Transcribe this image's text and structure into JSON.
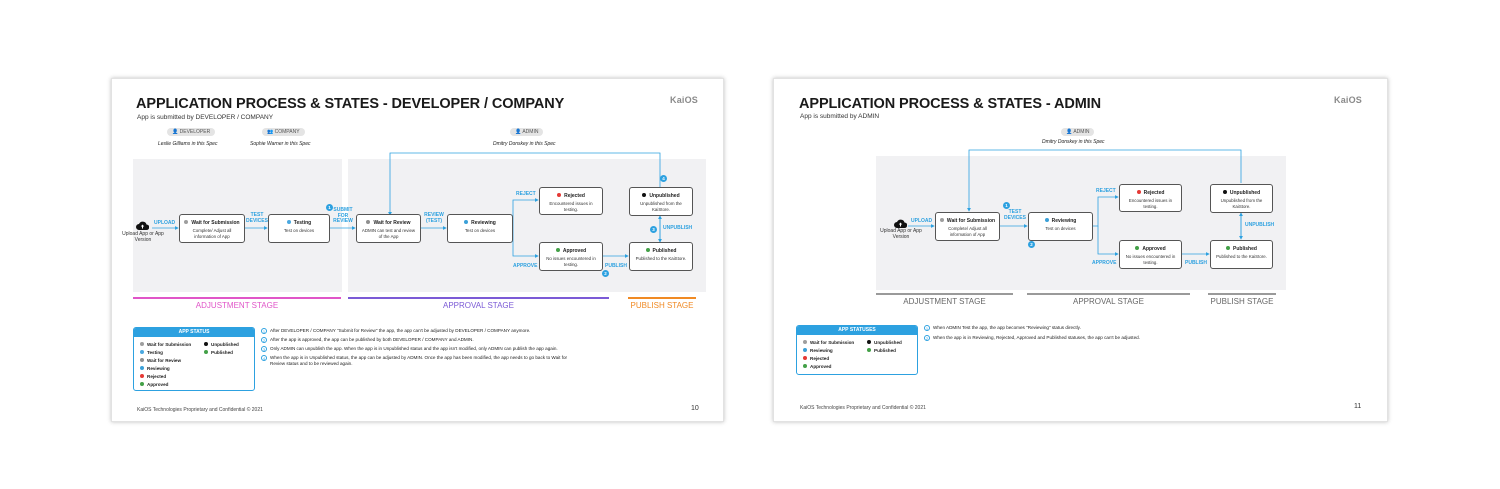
{
  "colors": {
    "accent": "#2da1e0",
    "wait": "#9e9e9e",
    "testing": "#4aa8e0",
    "reviewing": "#3aa0d8",
    "rejected": "#e53935",
    "approved": "#43a047",
    "unpublished": "#111111",
    "published": "#43a047",
    "adjustment": "#e055c8",
    "approval": "#7b5ad6",
    "publish": "#f08a24"
  },
  "slide1": {
    "title": "APPLICATION PROCESS & STATES - DEVELOPER / COMPANY",
    "subtitle": "App is submitted by DEVELOPER / COMPANY",
    "logo": "KaiOS",
    "personas": [
      {
        "role": "DEVELOPER",
        "name": "Leslie Gilliams in this Spec"
      },
      {
        "role": "COMPANY",
        "name": "Sophie Warner in this Spec"
      },
      {
        "role": "ADMIN",
        "name": "Dmitry Donskey in this Spec"
      }
    ],
    "upload": "Upload App or App Version",
    "boxes": {
      "wait": {
        "title": "Wait for Submission",
        "desc": "Complete/ Adjust all information of App"
      },
      "testing": {
        "title": "Testing",
        "desc": "Test on devices"
      },
      "waitreview": {
        "title": "Wait for Review",
        "desc": "ADMIN can test and review of the App"
      },
      "reviewing": {
        "title": "Reviewing",
        "desc": "Test on devices"
      },
      "rejected": {
        "title": "Rejected",
        "desc": "Encountered issues in testing."
      },
      "approved": {
        "title": "Approved",
        "desc": "No issues encountered in testing."
      },
      "unpublished": {
        "title": "Unpublished",
        "desc": "Unpublished from the KaiStore."
      },
      "published": {
        "title": "Published",
        "desc": "Published to the KaiStore."
      }
    },
    "labels": {
      "upload": "UPLOAD",
      "test_devices": "TEST DEVICES",
      "submit": "SUBMIT FOR REVIEW",
      "review_test": "REVIEW (TEST)",
      "reject": "REJECT",
      "approve": "APPROVE",
      "publish": "PUBLISH",
      "unpublish": "UNPUBLISH"
    },
    "badges": [
      "1",
      "2",
      "3",
      "4"
    ],
    "stages": {
      "adjustment": "ADJUSTMENT STAGE",
      "approval": "APPROVAL STAGE",
      "publish": "PUBLISH STAGE"
    },
    "legend": {
      "title": "APP STATUS",
      "left": [
        "Wait for Submission",
        "Testing",
        "Wait for Review",
        "Reviewing",
        "Rejected",
        "Approved"
      ],
      "right": [
        "Unpublished",
        "Published"
      ]
    },
    "notes": [
      "After DEVELOPER / COMPANY \"Submit for Review\" the app, the app can't be adjusted by DEVELOPER / COMPANY anymore.",
      "After the app is approved, the app can be published by both DEVELOPER / COMPANY and ADMIN.",
      "Only ADMIN can unpublish the app. When the app is in Unpublished status and the app isn't modified, only ADMIN can publish the app again.",
      "When the app is in Unpublished status, the app can be adjusted by ADMIN. Once the app has been modified, the app needs to go back to Wait for Review status and to be reviewed again."
    ],
    "footer": "KaiOS Technologies Proprietary and Confidential © 2021",
    "page": "10"
  },
  "slide2": {
    "title": "APPLICATION PROCESS & STATES - ADMIN",
    "subtitle": "App is submitted by ADMIN",
    "logo": "KaiOS",
    "personas": [
      {
        "role": "ADMIN",
        "name": "Dmitry Donskey in this Spec"
      }
    ],
    "upload": "Upload App or App Version",
    "boxes": {
      "wait": {
        "title": "Wait for Submission",
        "desc": "Complete/ Adjust all information of App"
      },
      "reviewing": {
        "title": "Reviewing",
        "desc": "Test on devices"
      },
      "rejected": {
        "title": "Rejected",
        "desc": "Encountered issues in testing."
      },
      "approved": {
        "title": "Approved",
        "desc": "No issues encountered in testing."
      },
      "unpublished": {
        "title": "Unpublished",
        "desc": "Unpublished from the KaiStore."
      },
      "published": {
        "title": "Published",
        "desc": "Published to the KaiStore."
      }
    },
    "labels": {
      "upload": "UPLOAD",
      "test_devices": "TEST DEVICES",
      "reject": "REJECT",
      "approve": "APPROVE",
      "publish": "PUBLISH",
      "unpublish": "UNPUBLISH"
    },
    "badges": [
      "1",
      "2"
    ],
    "stages": {
      "adjustment": "ADJUSTMENT STAGE",
      "approval": "APPROVAL STAGE",
      "publish": "PUBLISH STAGE"
    },
    "legend": {
      "title": "APP STATUSES",
      "left": [
        "Wait for Submission",
        "Reviewing",
        "Rejected",
        "Approved"
      ],
      "right": [
        "Unpublished",
        "Published"
      ]
    },
    "notes": [
      "When ADMIN Test the app, the app becomes \"Reviewing\" status directly.",
      "When the app is in Reviewing, Rejected, Approved and Published statuses, the app can't be adjusted."
    ],
    "footer": "KaiOS Technologies Proprietary and Confidential © 2021",
    "page": "11"
  }
}
